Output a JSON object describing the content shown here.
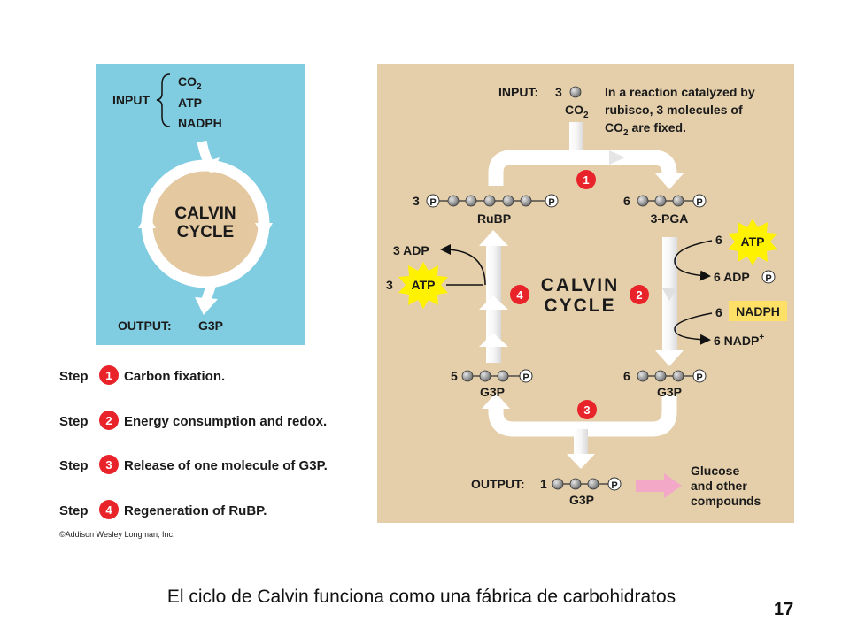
{
  "left": {
    "input_label": "INPUT",
    "inputs": [
      "CO",
      "ATP",
      "NADPH"
    ],
    "co2_sub": "2",
    "cycle_line1": "CALVIN",
    "cycle_line2": "CYCLE",
    "output_label": "OUTPUT:",
    "output_value": "G3P"
  },
  "steps": [
    {
      "word": "Step",
      "num": "1",
      "text": "Carbon fixation."
    },
    {
      "word": "Step",
      "num": "2",
      "text": "Energy consumption and redox."
    },
    {
      "word": "Step",
      "num": "3",
      "text": "Release of one molecule of G3P."
    },
    {
      "word": "Step",
      "num": "4",
      "text": "Regeneration of RuBP."
    }
  ],
  "copyright": "©Addison Wesley Longman, Inc.",
  "right": {
    "input_label": "INPUT:",
    "input_count": "3",
    "input_mol": "CO",
    "input_sub": "2",
    "note_line1": "In a reaction catalyzed by",
    "note_line2": "rubisco, 3 molecules of",
    "note_line3a": "CO",
    "note_line3b": " are fixed.",
    "note_sub": "2",
    "rubp_count": "3",
    "rubp_label": "RuBP",
    "pga_count": "6",
    "pga_label": "3-PGA",
    "phosphate": "P",
    "adp_top": "3 ADP",
    "atp_left_count": "3",
    "atp": "ATP",
    "cycle_line1": "CALVIN",
    "cycle_line2": "CYCLE",
    "atp_right_count": "6",
    "adp_right": "6 ADP",
    "nadph_count": "6",
    "nadph": "NADPH",
    "nadp": "6 NADP",
    "nadp_sup": "+",
    "g3p_left_count": "5",
    "g3p_right_count": "6",
    "g3p_label": "G3P",
    "output_label": "OUTPUT:",
    "output_count": "1",
    "output_mol": "G3P",
    "products_line1": "Glucose",
    "products_line2": "and other",
    "products_line3": "compounds",
    "step_nums": [
      "1",
      "2",
      "3",
      "4"
    ]
  },
  "caption": "El ciclo de Calvin funciona como una fábrica de carbohidratos",
  "page_number": "17",
  "colors": {
    "left_bg": "#80cde2",
    "right_bg": "#e5cfab",
    "step_red": "#e8232a",
    "atp_yellow": "#fff200",
    "nadph_yellow": "#ffe066",
    "arrow_white": "#ffffff",
    "products_arrow": "#f3a8c7"
  }
}
